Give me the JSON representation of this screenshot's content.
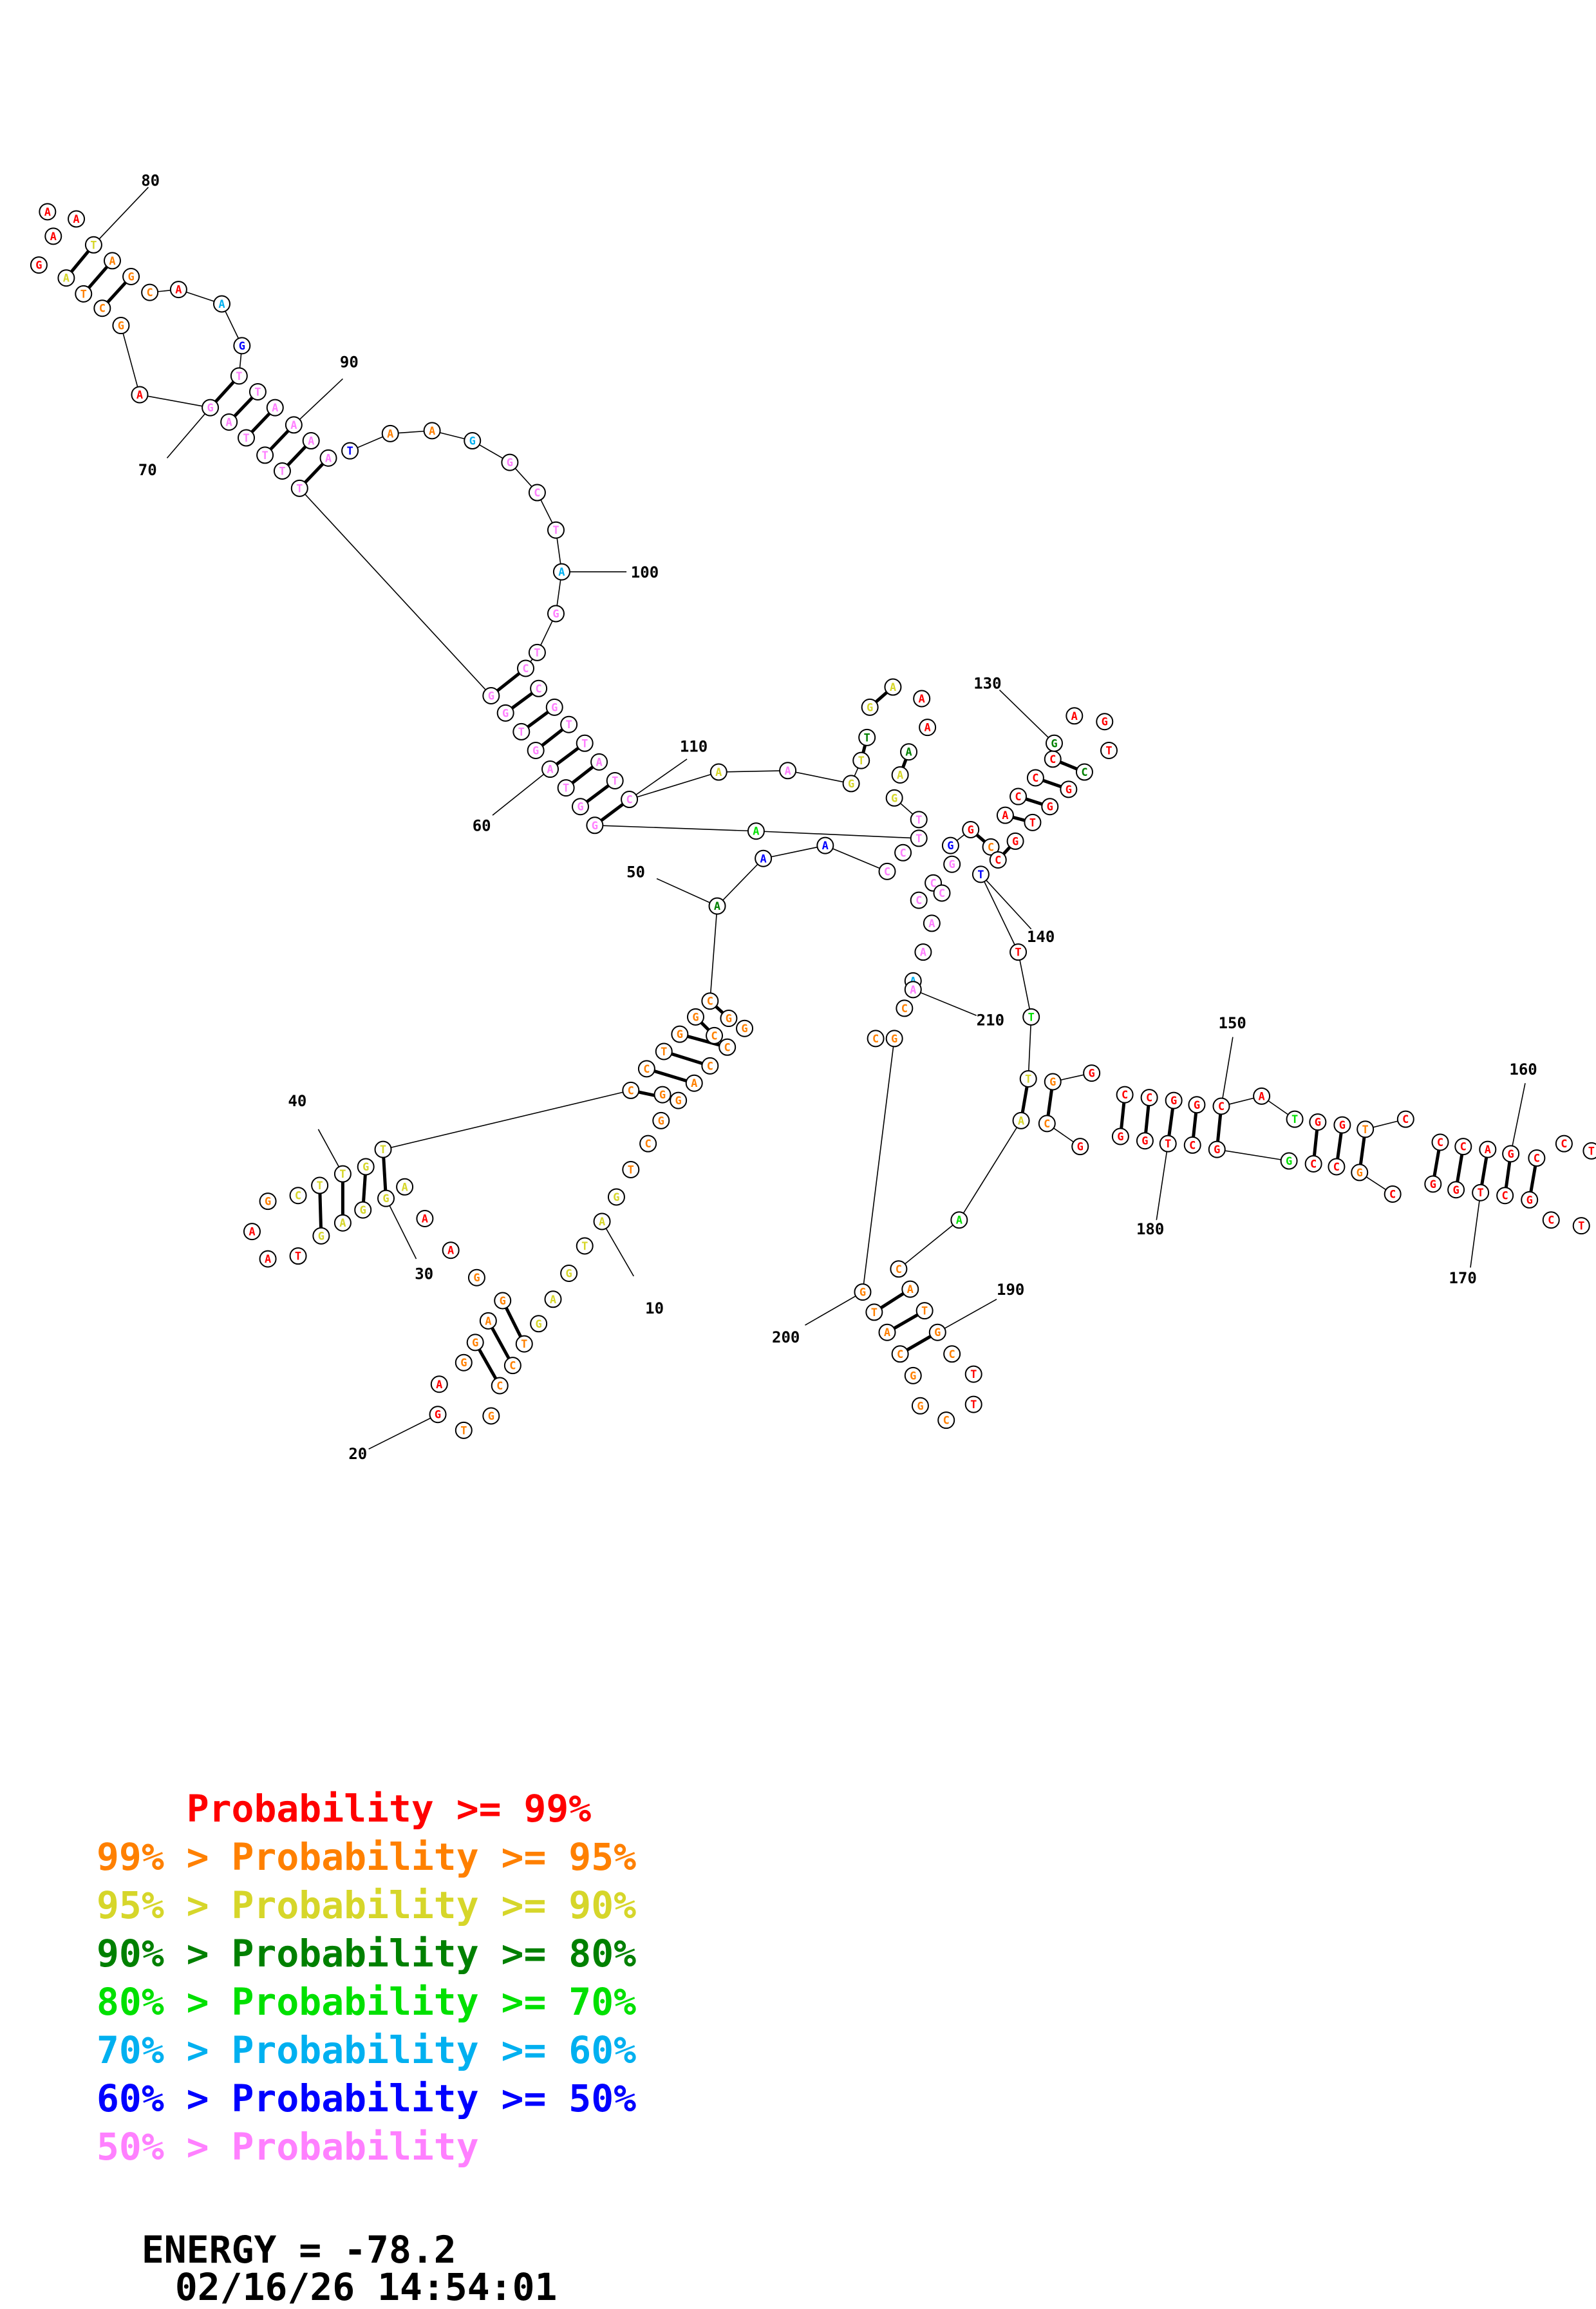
{
  "colors": {
    "p99": "#ff0000",
    "p95": "#ff8000",
    "p90": "#d6d62a",
    "p80": "#008000",
    "p70": "#00e000",
    "p60": "#00b0f0",
    "p50": "#0000ff",
    "p0": "#ff80ff"
  },
  "index_labels": [
    "10",
    "20",
    "30",
    "40",
    "50",
    "60",
    "70",
    "80",
    "90",
    "100",
    "110",
    "130",
    "140",
    "150",
    "160",
    "170",
    "180",
    "190",
    "200",
    "210"
  ],
  "legend": [
    {
      "prefix": "    ",
      "text": "Probability >= 99%",
      "color": "#ff0000"
    },
    {
      "prefix": "99% > ",
      "text": "Probability >= 95%",
      "color": "#ff8000"
    },
    {
      "prefix": "95% > ",
      "text": "Probability >= 90%",
      "color": "#d6d62a"
    },
    {
      "prefix": "90% > ",
      "text": "Probability >= 80%",
      "color": "#008000"
    },
    {
      "prefix": "80% > ",
      "text": "Probability >= 70%",
      "color": "#00e000"
    },
    {
      "prefix": "70% > ",
      "text": "Probability >= 60%",
      "color": "#00b0f0"
    },
    {
      "prefix": "60% > ",
      "text": "Probability >= 50%",
      "color": "#0000ff"
    },
    {
      "prefix": "50% > ",
      "text": "Probability",
      "color": "#ff80ff"
    }
  ],
  "footer": {
    "energy": "ENERGY = -78.2",
    "timestamp": "02/16/26 14:54:01"
  }
}
